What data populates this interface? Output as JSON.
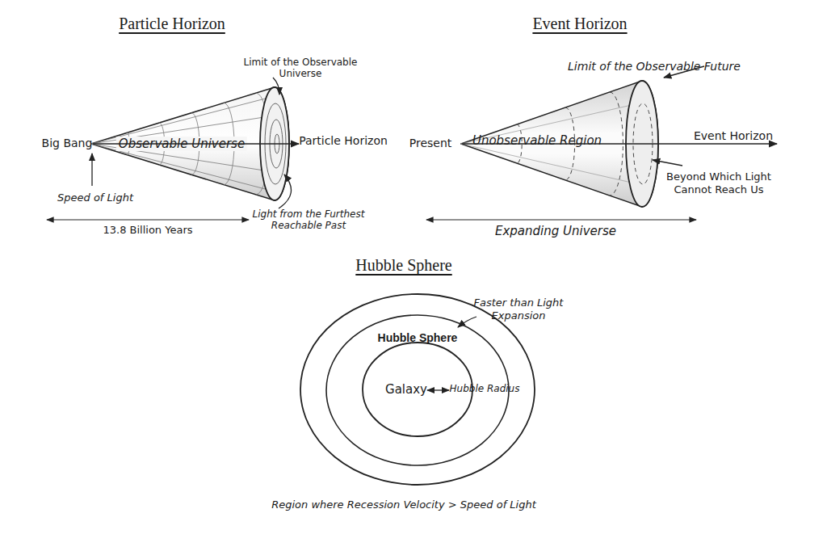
{
  "diagram": {
    "nodes": [
      {
        "text": [
          "Observable Universe"
        ]
      },
      {
        "text": [
          "Unobservable Region"
        ]
      },
      {
        "text": [
          "Hubble Sphere"
        ]
      },
      {
        "text": [
          "Galaxy"
        ],
        "in": 2
      }
    ],
    "labels": [
      "Particle Horizon",
      "Limit of the Observable Universe",
      "Big Bang",
      "Particle Horizon",
      "Speed of Light",
      "Light from the Furthest Reachable Past",
      "13.8 Billion Years",
      "Event Horizon",
      "Limit of the Observable Future",
      "Present",
      "Event Horizon",
      "Beyond Which Light Cannot Reach Us",
      "Expanding Universe",
      "Hubble Sphere",
      "Faster than Light Expansion",
      "Hubble Radius",
      "Region where Recession Velocity > Speed of Light"
    ]
  }
}
